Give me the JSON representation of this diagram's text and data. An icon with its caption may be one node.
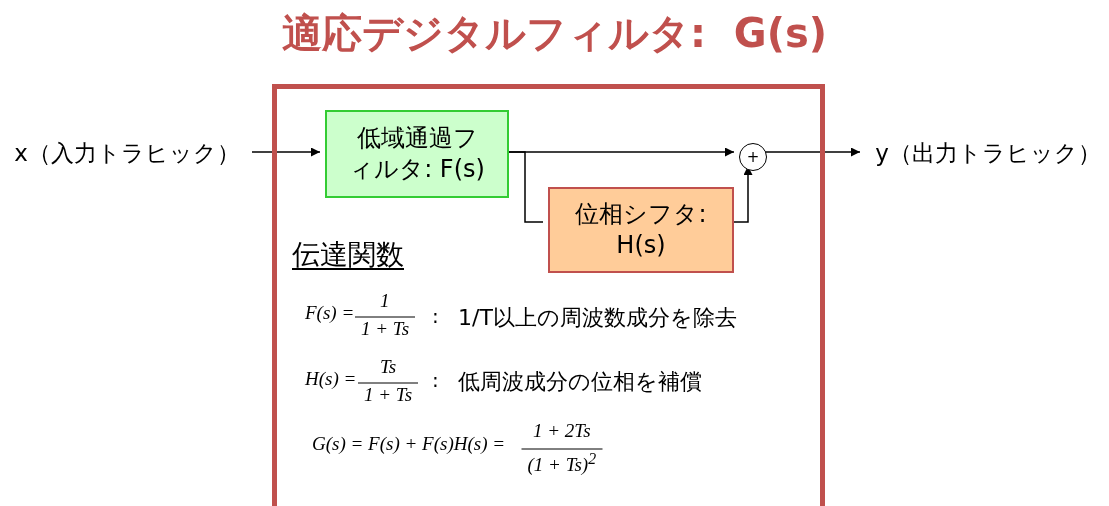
{
  "diagram": {
    "title": "適応デジタルフィルタ:  G(s)",
    "nodes": [
      {
        "text": [],
        "shape": "box"
      },
      {
        "text": [
          "x（入力トラヒック）"
        ]
      },
      {
        "text": [
          "低域通過フィルタ: F(s)"
        ],
        "in": 0
      },
      {
        "text": [
          "位相シフタ: H(s)"
        ],
        "in": 0
      },
      {
        "text": [
          "+"
        ],
        "in": 0
      },
      {
        "text": [
          "y（出力トラヒック）"
        ]
      }
    ],
    "edges": [
      {
        "from": 1,
        "to": 2,
        "arrow": "to"
      },
      {
        "from": 2,
        "to": 4,
        "arrow": "to"
      },
      {
        "from": 2,
        "to": 3,
        "arrow": "none"
      },
      {
        "from": 3,
        "to": 4,
        "arrow": "to"
      },
      {
        "from": 4,
        "to": 5,
        "arrow": "to"
      }
    ],
    "labels": [
      "伝達関数",
      "F(s) =",
      "1",
      "1 + Ts",
      ":",
      "1/T以上の周波数成分を除去",
      "H(s) =",
      "Ts",
      "1 + Ts",
      ":",
      "低周波成分の位相を補償",
      "G(s) = F(s) + F(s)H(s) =",
      "1 + 2Ts",
      "(1 + Ts)$^{2}$"
    ]
  }
}
